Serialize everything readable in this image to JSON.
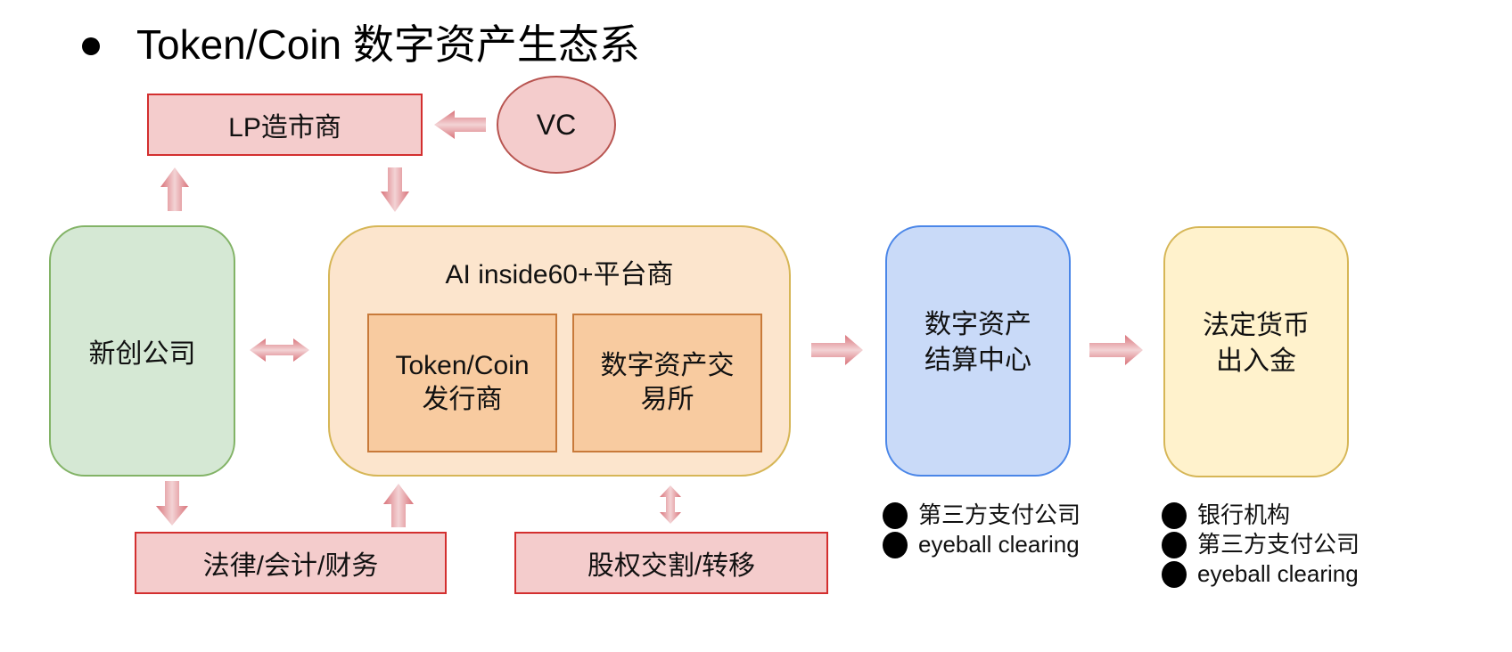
{
  "title": {
    "bullet": "bullet-dot",
    "text": "Token/Coin 数字资产生态系"
  },
  "nodes": {
    "lp": "LP造市商",
    "vc": "VC",
    "startup": "新创公司",
    "platform": {
      "title": "AI inside60+平台商",
      "issuer": {
        "line1": "Token/Coin",
        "line2": "发行商"
      },
      "exchange": {
        "line1": "数字资产交",
        "line2": "易所"
      }
    },
    "settlement": {
      "line1": "数字资产",
      "line2": "结算中心"
    },
    "fiat": {
      "line1": "法定货币",
      "line2": "出入金"
    },
    "legal": "法律/会计/财务",
    "equity": "股权交割/转移"
  },
  "settlement_list": [
    "第三方支付公司",
    "eyeball clearing"
  ],
  "fiat_list": [
    "银行机构",
    "第三方支付公司",
    "eyeball clearing"
  ],
  "colors": {
    "pink_fill": "#f4cccc",
    "pink_stroke": "#d32f2f",
    "green_fill": "#d5e8d4",
    "green_stroke": "#82b366",
    "orange_fill": "#fce5cd",
    "orange_stroke": "#d6b656",
    "inner_fill": "#f8cba0",
    "inner_stroke": "#c87a3a",
    "blue_fill": "#c9daf8",
    "blue_stroke": "#4a86e8",
    "yellow_fill": "#fff2cc",
    "yellow_stroke": "#d6b656",
    "arrow": "#e06c75"
  },
  "edges": [
    {
      "from": "vc",
      "to": "lp",
      "type": "single"
    },
    {
      "from": "startup",
      "to": "lp",
      "type": "single"
    },
    {
      "from": "lp",
      "to": "platform",
      "type": "single"
    },
    {
      "from": "startup",
      "to": "platform",
      "type": "double"
    },
    {
      "from": "platform",
      "to": "settlement",
      "type": "single"
    },
    {
      "from": "settlement",
      "to": "fiat",
      "type": "single"
    },
    {
      "from": "startup",
      "to": "legal",
      "type": "single"
    },
    {
      "from": "legal",
      "to": "platform",
      "type": "single"
    },
    {
      "from": "platform",
      "to": "equity",
      "type": "double"
    }
  ]
}
